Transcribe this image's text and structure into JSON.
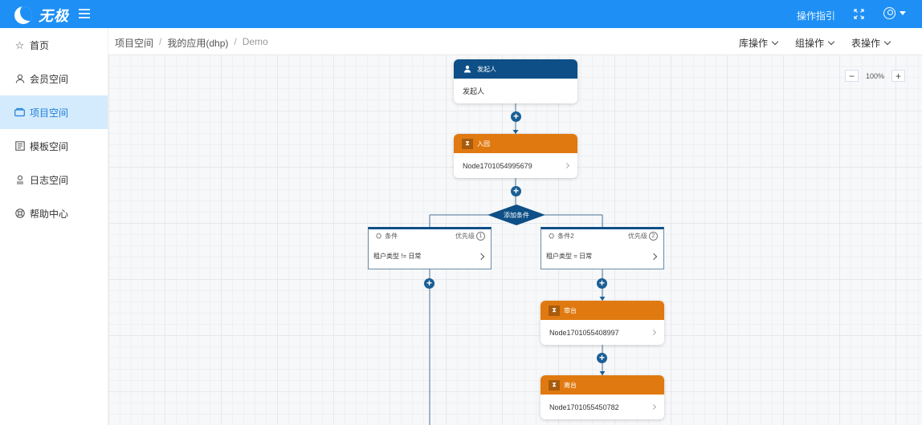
{
  "app": {
    "name": "无极"
  },
  "header": {
    "guide_label": "操作指引"
  },
  "sidebar": {
    "items": [
      {
        "label": "首页",
        "icon": "star-icon"
      },
      {
        "label": "会员空间",
        "icon": "user-icon"
      },
      {
        "label": "项目空间",
        "icon": "folder-icon",
        "active": true
      },
      {
        "label": "模板空间",
        "icon": "template-icon"
      },
      {
        "label": "日志空间",
        "icon": "log-icon"
      },
      {
        "label": "帮助中心",
        "icon": "help-icon"
      }
    ]
  },
  "breadcrumb": [
    "项目空间",
    "我的应用(dhp)",
    "Demo"
  ],
  "toolbar": {
    "ops": [
      "库操作",
      "组操作",
      "表操作"
    ]
  },
  "zoom": {
    "minus": "−",
    "value": "100%",
    "plus": "+"
  },
  "flow": {
    "start": {
      "title": "发起人",
      "body": "发起人"
    },
    "node1": {
      "title": "入园",
      "body": "Node1701054995679"
    },
    "branch_label": "添加条件",
    "cond1": {
      "title": "条件",
      "priority_label": "优先级",
      "priority": "1",
      "rule": "租户类型 != 日常"
    },
    "cond2": {
      "title": "条件2",
      "priority_label": "优先级",
      "priority": "2",
      "rule": "租户类型 = 日常"
    },
    "node2": {
      "title": "审台",
      "body": "Node1701055408997"
    },
    "node3": {
      "title": "离台",
      "body": "Node1701055450782"
    }
  },
  "colors": {
    "primary": "#1e90f5",
    "node_blue": "#0d4f86",
    "node_orange": "#e07a10",
    "active_bg": "#d4ebfd"
  }
}
